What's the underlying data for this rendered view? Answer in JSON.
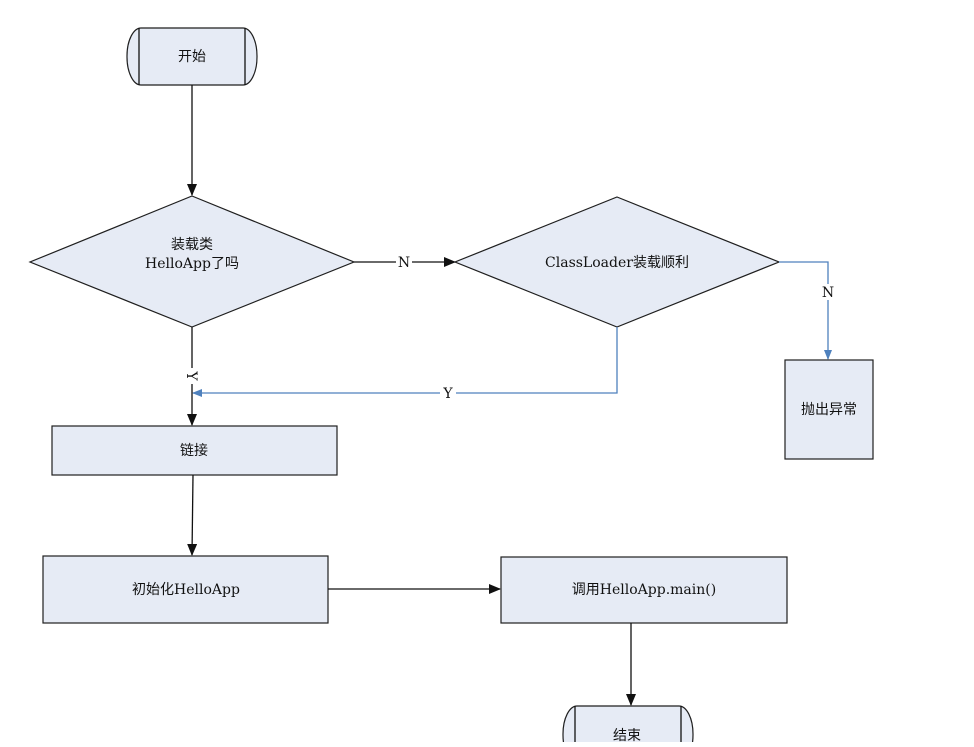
{
  "colors": {
    "shape_fill": "#e6ebf5",
    "shape_stroke": "#1f1f1f",
    "line_black": "#111111",
    "line_blue": "#4f81bd"
  },
  "nodes": {
    "start": "开始",
    "decision_loaded_line1": "装载类",
    "decision_loaded_line2": "HelloApp了吗",
    "decision_classloader": "ClassLoader装载顺利",
    "throw_exception": "抛出异常",
    "link": "链接",
    "init": "初始化HelloApp",
    "call_main": "调用HelloApp.main()",
    "end": "结束"
  },
  "edges": {
    "no_label": "N",
    "yes_label": "Y"
  }
}
